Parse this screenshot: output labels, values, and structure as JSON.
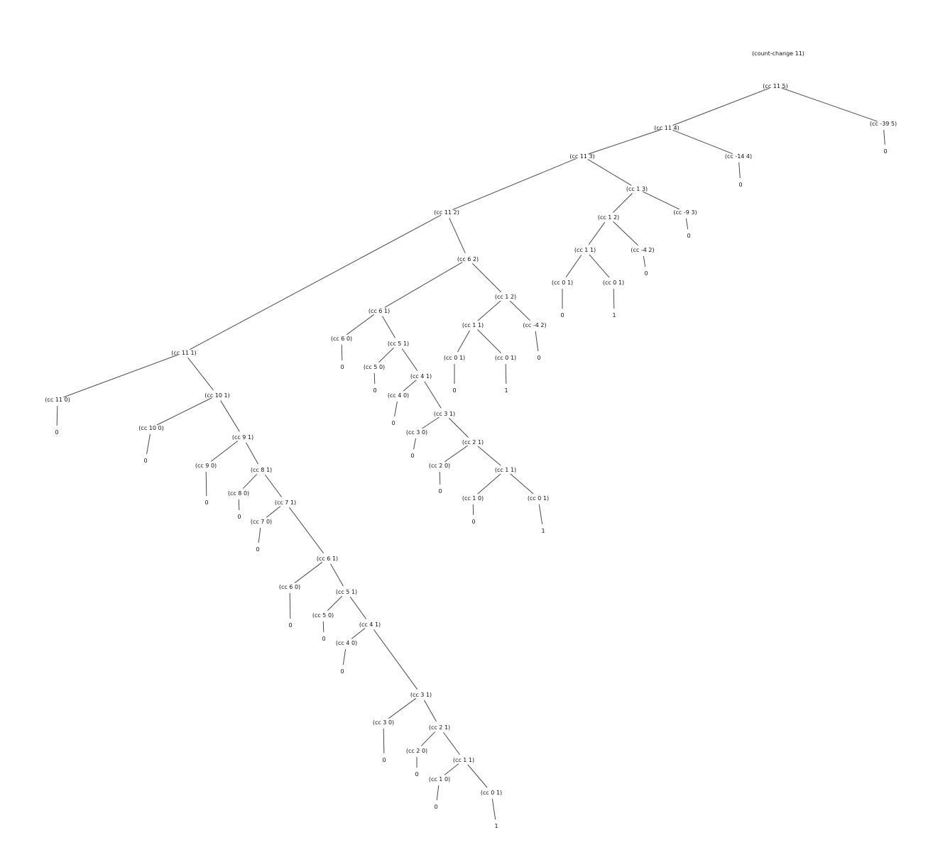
{
  "root_label": "(count-change 11)",
  "colors": {
    "edge": "#4a4a4a",
    "text": "#111111",
    "background": "#ffffff"
  },
  "nodes": {
    "n0": "(cc 11 5)",
    "n1": "(cc 11 4)",
    "n2": "(cc -39 5)",
    "n3": "0",
    "n4": "(cc 11 3)",
    "n5": "(cc -14 4)",
    "n6": "0",
    "n7": "(cc 11 2)",
    "n8": "(cc 1 3)",
    "n9": "(cc 1 2)",
    "n10": "(cc -9 3)",
    "n11": "0",
    "n12": "(cc 1 1)",
    "n13": "(cc -4 2)",
    "n14": "0",
    "n15": "(cc 0 1)",
    "n16": "0",
    "n17": "(cc 0 1)",
    "n18": "1",
    "n19": "(cc 11 1)",
    "n20": "(cc 6 2)",
    "n21": "(cc 11 0)",
    "n22": "0",
    "n23": "(cc 10 1)",
    "n24": "(cc 10 0)",
    "n25": "0",
    "n26": "(cc 9 1)",
    "n27": "(cc 9 0)",
    "n28": "0",
    "n29": "(cc 8 1)",
    "n30": "(cc 8 0)",
    "n31": "0",
    "n32": "(cc 7 1)",
    "n33": "(cc 7 0)",
    "n34": "0",
    "n35": "(cc 6 1)",
    "n36": "(cc 6 0)",
    "n37": "0",
    "n38": "(cc 5 1)",
    "n39": "(cc 5 0)",
    "n40": "0",
    "n41": "(cc 4 1)",
    "n42": "(cc 4 0)",
    "n43": "0",
    "n44": "(cc 3 1)",
    "n45": "(cc 3 0)",
    "n46": "0",
    "n47": "(cc 2 1)",
    "n48": "(cc 2 0)",
    "n49": "0",
    "n50": "(cc 1 1)",
    "n51": "(cc 1 0)",
    "n52": "0",
    "n53": "(cc 0 1)",
    "n54": "1",
    "n55": "(cc 6 1)",
    "n56": "(cc 1 2)",
    "n57": "(cc 6 0)",
    "n58": "0",
    "n59": "(cc 5 1)",
    "n60": "(cc 5 0)",
    "n61": "0",
    "n62": "(cc 4 1)",
    "n63": "(cc 4 0)",
    "n64": "0",
    "n65": "(cc 3 1)",
    "n66": "(cc 3 0)",
    "n67": "0",
    "n68": "(cc 2 1)",
    "n69": "(cc 2 0)",
    "n70": "0",
    "n71": "(cc 1 1)",
    "n72": "(cc 1 0)",
    "n73": "0",
    "n74": "(cc 0 1)",
    "n75": "1",
    "n76": "(cc 1 1)",
    "n77": "(cc -4 2)",
    "n78": "0",
    "n79": "(cc 0 1)",
    "n80": "0",
    "n81": "(cc 0 1)",
    "n82": "1"
  }
}
